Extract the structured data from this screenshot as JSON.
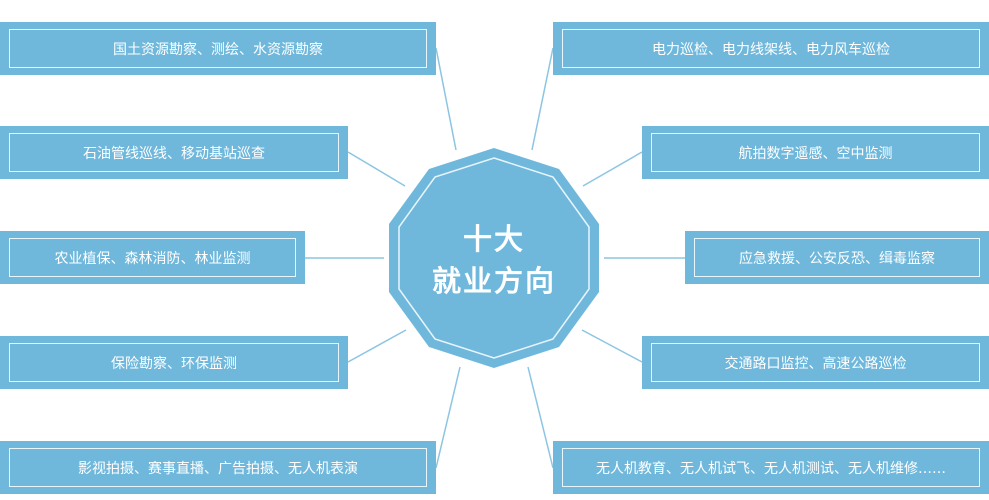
{
  "hub": {
    "line1": "十大",
    "line2": "就业方向"
  },
  "left_items": [
    "国土资源勘察、测绘、水资源勘察",
    "石油管线巡线、移动基站巡查",
    "农业植保、森林消防、林业监测",
    "保险勘察、环保监测",
    "影视拍摄、赛事直播、广告拍摄、无人机表演"
  ],
  "right_items": [
    "电力巡检、电力线架线、电力风车巡检",
    "航拍数字遥感、空中监测",
    "应急救援、公安反恐、缉毒监察",
    "交通路口监控、高速公路巡检",
    "无人机教育、无人机试飞、无人机测试、无人机维修……"
  ],
  "colors": {
    "fill": "#6fb8dc",
    "line": "#8cc5e2",
    "inner_border": "#e8f5fb"
  }
}
